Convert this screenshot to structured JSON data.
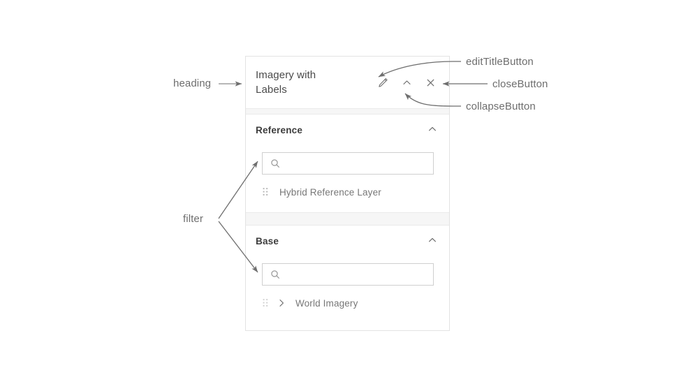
{
  "panel": {
    "header": {
      "title": "Imagery with Labels",
      "actions": [
        {
          "name": "editTitleButton",
          "icon": "pencil-icon"
        },
        {
          "name": "collapseButton",
          "icon": "chevron-up-icon"
        },
        {
          "name": "closeButton",
          "icon": "close-icon"
        }
      ]
    },
    "sections": [
      {
        "title": "Reference",
        "toggle_icon": "chevron-up-icon",
        "filter": {
          "value": "",
          "placeholder": "",
          "icon": "search-icon"
        },
        "layers": [
          {
            "name": "Hybrid Reference Layer",
            "grip_icon": "drag-handle-icon",
            "expandable": false
          }
        ]
      },
      {
        "title": "Base",
        "toggle_icon": "chevron-up-icon",
        "filter": {
          "value": "",
          "placeholder": "",
          "icon": "search-icon"
        },
        "layers": [
          {
            "name": "World Imagery",
            "grip_icon": "drag-handle-icon",
            "expandable": true,
            "expand_icon": "chevron-right-icon"
          }
        ]
      }
    ]
  },
  "annotations": [
    {
      "id": "heading",
      "label": "heading"
    },
    {
      "id": "filter",
      "label": "filter"
    },
    {
      "id": "editTitleButton",
      "label": "editTitleButton"
    },
    {
      "id": "closeButton",
      "label": "closeButton"
    },
    {
      "id": "collapseButton",
      "label": "collapseButton"
    }
  ],
  "colors": {
    "panel_border": "#e3e3e3",
    "band": "#f6f6f6",
    "title_text": "#4a4a4a",
    "section_text": "#3c3c3c",
    "layer_text": "#777777",
    "annotation_text": "#6e6e6e",
    "icon": "#6a6a6a",
    "input_border": "#cfcfcf"
  }
}
